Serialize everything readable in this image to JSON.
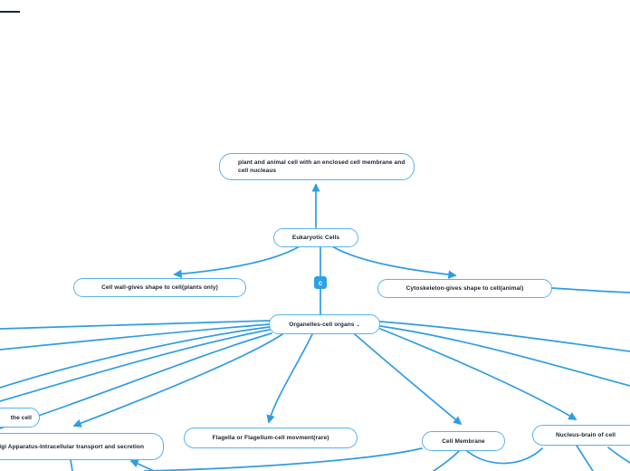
{
  "diagram": {
    "type": "mind-map",
    "topic": "Eukaryotic Cells"
  },
  "colors": {
    "connector": "#2f9ce4",
    "node_border": "#58b2ef",
    "node_fill": "#ffffff",
    "text": "#17212e",
    "badge_fill": "#2aa1e8",
    "badge_text": "#ffffff"
  },
  "icons": {
    "collapsed_indicator": "⌄"
  },
  "badge": {
    "label": "c"
  },
  "nodes": {
    "root": {
      "label": "plant and animal cell with an enclosed cell membrane and cell nucleaus"
    },
    "eukaryotic": {
      "label": "Eukaryotic Cells"
    },
    "cell_wall": {
      "label": "Cell wall-gives shape to cell(plants only)"
    },
    "cytoskeleton": {
      "label": "Cytoskeleton-gives shape to cell(animal)"
    },
    "organelles": {
      "label": "Organelles-cell organs"
    },
    "the_cell": {
      "label": "the cell"
    },
    "golgi": {
      "label": "Golgi Apparatus-Intracellular transport and secretion"
    },
    "flagella": {
      "label": "Flagella or Flagellum-cell movment(rare)"
    },
    "cell_membrane": {
      "label": "Cell Membrane"
    },
    "nucleus": {
      "label": "Nucleus-brain of cell"
    }
  },
  "edges": [
    {
      "from": "eukaryotic",
      "to": "root",
      "arrow": true
    },
    {
      "from": "eukaryotic",
      "to": "cell_wall",
      "arrow": true
    },
    {
      "from": "eukaryotic",
      "to": "cytoskeleton",
      "arrow": true
    },
    {
      "from": "eukaryotic",
      "to": "organelles",
      "arrow": false,
      "badge": "c"
    },
    {
      "from": "cytoskeleton",
      "to": "offscreen-right",
      "arrow": false
    },
    {
      "from": "organelles",
      "to": "offscreen-left-1",
      "arrow": false
    },
    {
      "from": "organelles",
      "to": "offscreen-left-2",
      "arrow": false
    },
    {
      "from": "organelles",
      "to": "offscreen-left-3",
      "arrow": false
    },
    {
      "from": "organelles",
      "to": "offscreen-left-4",
      "arrow": false
    },
    {
      "from": "organelles",
      "to": "offscreen-left-5",
      "arrow": false
    },
    {
      "from": "organelles",
      "to": "golgi",
      "arrow": true
    },
    {
      "from": "organelles",
      "to": "flagella",
      "arrow": true
    },
    {
      "from": "organelles",
      "to": "cell_membrane",
      "arrow": true
    },
    {
      "from": "organelles",
      "to": "nucleus",
      "arrow": true
    },
    {
      "from": "organelles",
      "to": "offscreen-right-1",
      "arrow": false
    },
    {
      "from": "organelles",
      "to": "offscreen-right-2",
      "arrow": false
    },
    {
      "from": "golgi",
      "to": "offscreen-bottom",
      "arrow": true
    },
    {
      "from": "cell_membrane",
      "to": "offscreen-bottom-left",
      "arrow": false
    },
    {
      "from": "cell_membrane",
      "to": "offscreen-bottom",
      "arrow": false
    },
    {
      "from": "nucleus",
      "to": "offscreen-bottom",
      "arrow": false
    },
    {
      "from": "nucleus",
      "to": "offscreen-bottom-right",
      "arrow": false
    }
  ]
}
